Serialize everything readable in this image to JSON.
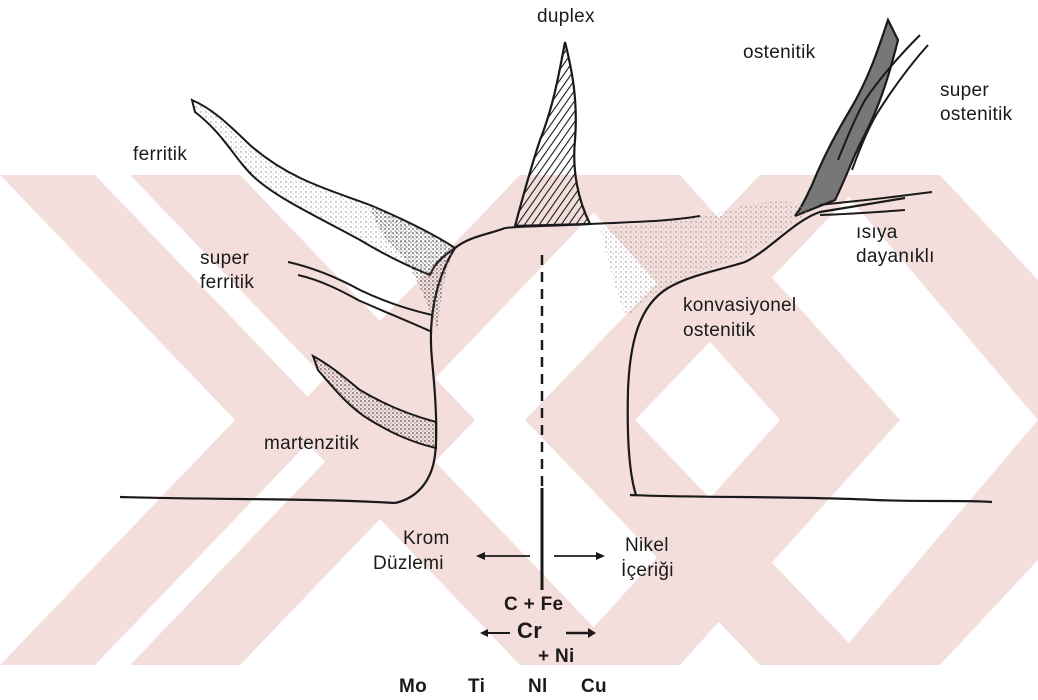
{
  "diagram": {
    "watermark_color": "#d9a6a3",
    "ink_color": "#1a1a1a",
    "branches": {
      "duplex": "duplex",
      "ostenitik": "ostenitik",
      "super_ostenitik_line1": "super",
      "super_ostenitik_line2": "ostenitik",
      "ferritik": "ferritik",
      "super_ferritik_line1": "super",
      "super_ferritik_line2": "ferritik",
      "isiya_line1": "ısıya",
      "isiya_line2": "dayanıklı",
      "konvasiyonel_line1": "konvasiyonel",
      "konvasiyonel_line2": "ostenitik",
      "martenzitik": "martenzitik"
    },
    "trunk": {
      "krom_line1": "Krom",
      "krom_line2": "Düzlemi",
      "nikel_line1": "Nikel",
      "nikel_line2": "İçeriği",
      "c_fe": "C + Fe",
      "cr": "Cr",
      "ni_plus": "+ Ni",
      "elements": [
        "Mo",
        "Ti",
        "Nl",
        "Cu"
      ]
    }
  }
}
